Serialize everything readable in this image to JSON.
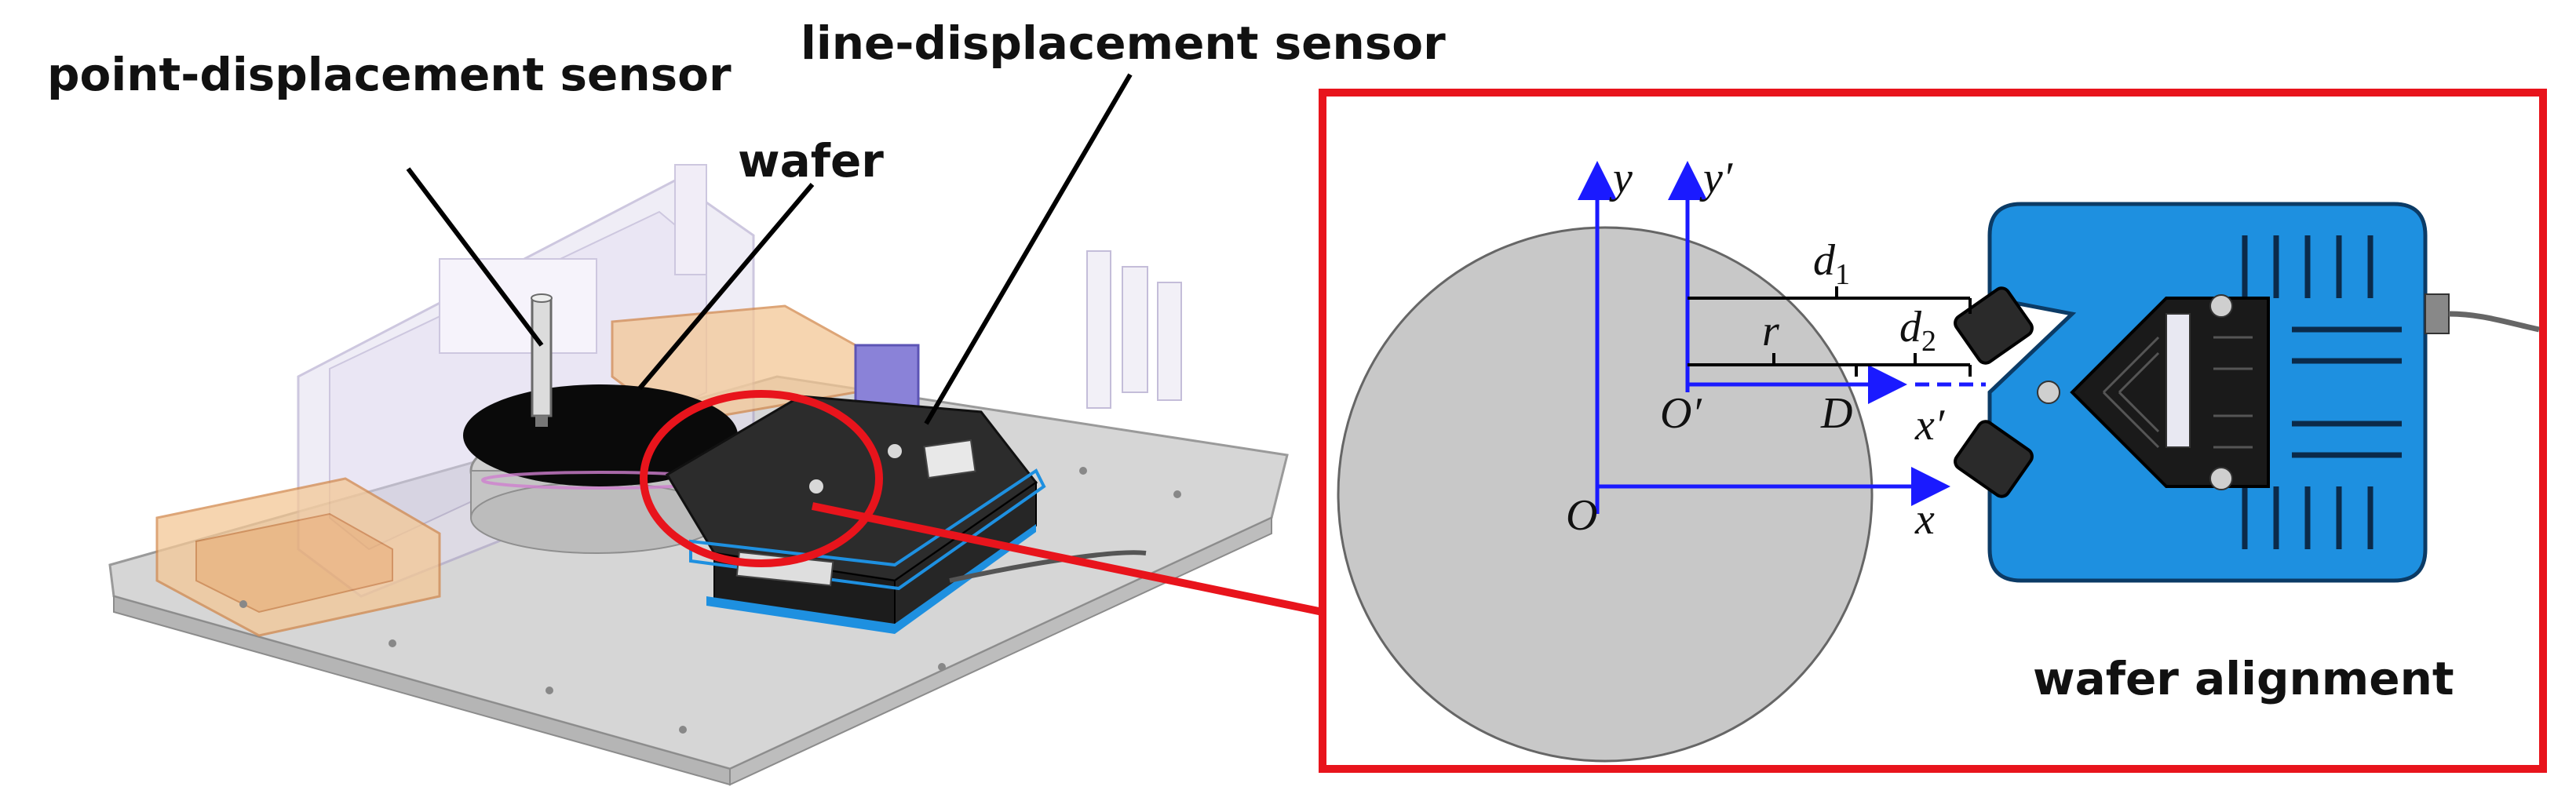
{
  "labels": {
    "point_sensor": "point-displacement sensor",
    "line_sensor": "line-displacement sensor",
    "wafer": "wafer",
    "alignment": "wafer alignment"
  },
  "axes": {
    "y": "y",
    "y_prime": "y′",
    "x": "x",
    "x_prime": "x′",
    "origin": "O",
    "origin_prime": "O′"
  },
  "dims": {
    "d1": "d",
    "d1_sub": "1",
    "d2": "d",
    "d2_sub": "2",
    "r": "r",
    "D": "D"
  },
  "colors": {
    "frame": "#e8141c",
    "axis": "#1a1aff",
    "sensor_body": "#1e90e0",
    "wafer_fill": "#c8c8c8"
  }
}
